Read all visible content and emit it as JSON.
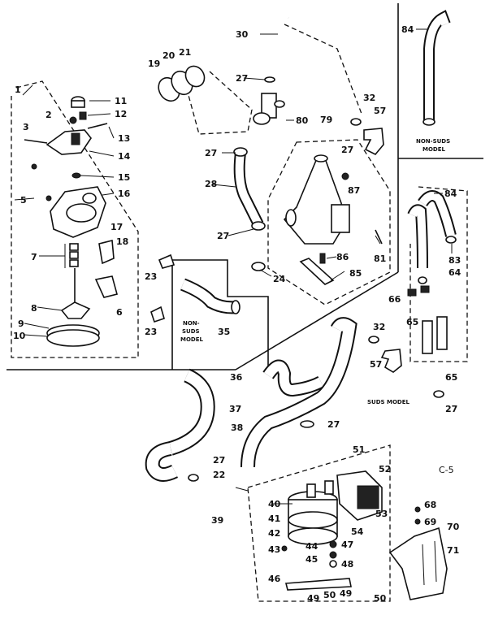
{
  "labels": {
    "l1": "1",
    "l2": "2",
    "l3": "3",
    "l5": "5",
    "l6": "6",
    "l7": "7",
    "l8": "8",
    "l9": "9",
    "l10": "10",
    "l11": "11",
    "l12": "12",
    "l13": "13",
    "l14": "14",
    "l15": "15",
    "l16": "16",
    "l17": "17",
    "l18": "18",
    "l19": "19",
    "l20": "20",
    "l21": "21",
    "l22": "22",
    "l23a": "23",
    "l23b": "23",
    "l24": "24",
    "l27a": "27",
    "l27b": "27",
    "l27c": "27",
    "l27d": "27",
    "l27e": "27",
    "l27f": "27",
    "l27g": "27",
    "l28": "28",
    "l30": "30",
    "l32a": "32",
    "l32b": "32",
    "l35": "35",
    "l36": "36",
    "l37": "37",
    "l38": "38",
    "l39": "39",
    "l40": "40",
    "l41": "41",
    "l42": "42",
    "l43": "43",
    "l44": "44",
    "l45": "45",
    "l46": "46",
    "l47": "47",
    "l48": "48",
    "l49a": "49",
    "l49b": "49",
    "l50a": "50",
    "l50b": "50",
    "l51": "51",
    "l52": "52",
    "l53": "53",
    "l54": "54",
    "l57a": "57",
    "l57b": "57",
    "l64": "64",
    "l65a": "65",
    "l65b": "65",
    "l66": "66",
    "l68": "68",
    "l69": "69",
    "l70": "70",
    "l71": "71",
    "l79": "79",
    "l80": "80",
    "l81": "81",
    "l83": "83",
    "l84a": "84",
    "l84b": "84",
    "l85": "85",
    "l86": "86",
    "l87": "87"
  },
  "notes": {
    "non_suds_top_1": "NON-SUDS",
    "non_suds_top_2": "MODEL",
    "non_suds_mid_1": "NON-",
    "non_suds_mid_2": "SUDS",
    "non_suds_mid_3": "MODEL",
    "suds_model": "SUDS MODEL",
    "page_code": "C-5"
  }
}
